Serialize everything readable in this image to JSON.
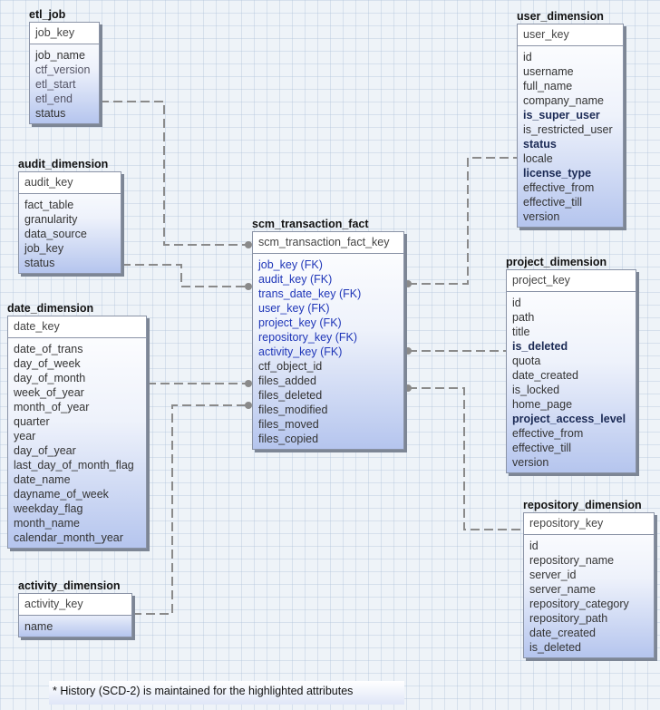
{
  "entities": {
    "etl_job": {
      "title": "etl_job",
      "pk": "job_key",
      "attrs": [
        "job_name",
        "ctf_version",
        "etl_start",
        "etl_end",
        "status"
      ]
    },
    "audit_dimension": {
      "title": "audit_dimension",
      "pk": "audit_key",
      "attrs": [
        "fact_table",
        "granularity",
        "data_source",
        "job_key",
        "status"
      ]
    },
    "date_dimension": {
      "title": "date_dimension",
      "pk": "date_key",
      "attrs": [
        "date_of_trans",
        "day_of_week",
        "day_of_month",
        "week_of_year",
        "month_of_year",
        "quarter",
        "year",
        "day_of_year",
        "last_day_of_month_flag",
        "date_name",
        "dayname_of_week",
        "weekday_flag",
        "month_name",
        "calendar_month_year"
      ]
    },
    "activity_dimension": {
      "title": "activity_dimension",
      "pk": "activity_key",
      "attrs": [
        "name"
      ]
    },
    "scm_transaction_fact": {
      "title": "scm_transaction_fact",
      "pk": "scm_transaction_fact_key",
      "attrs": [
        "job_key (FK)",
        "audit_key (FK)",
        "trans_date_key (FK)",
        "user_key (FK)",
        "project_key (FK)",
        "repository_key (FK)",
        "activity_key (FK)",
        "ctf_object_id",
        "files_added",
        "files_deleted",
        "files_modified",
        "files_moved",
        "files_copied"
      ]
    },
    "user_dimension": {
      "title": "user_dimension",
      "pk": "user_key",
      "attrs": [
        "id",
        "username",
        "full_name",
        "company_name",
        "is_super_user",
        "is_restricted_user",
        "status",
        "locale",
        "license_type",
        "effective_from",
        "effective_till",
        "version"
      ]
    },
    "project_dimension": {
      "title": "project_dimension",
      "pk": "project_key",
      "attrs": [
        "id",
        "path",
        "title",
        "is_deleted",
        "quota",
        "date_created",
        "is_locked",
        "home_page",
        "project_access_level",
        "effective_from",
        "effective_till",
        "version"
      ]
    },
    "repository_dimension": {
      "title": "repository_dimension",
      "pk": "repository_key",
      "attrs": [
        "id",
        "repository_name",
        "server_id",
        "server_name",
        "repository_category",
        "repository_path",
        "date_created",
        "is_deleted"
      ]
    }
  },
  "note": "* History (SCD-2) is maintained for the highlighted attributes"
}
